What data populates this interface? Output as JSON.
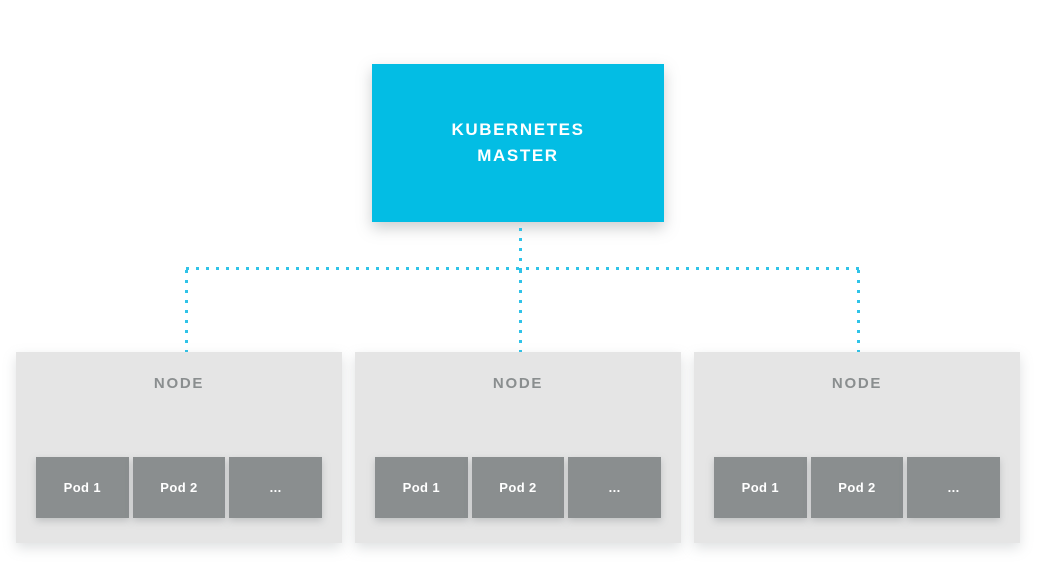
{
  "diagram": {
    "type": "kubernetes-cluster-architecture",
    "colors": {
      "master_fill": "#03bde4",
      "master_text": "#ffffff",
      "node_fill": "#e5e5e5",
      "node_text": "#8a8e8f",
      "pod_fill": "#8a8e8f",
      "pod_text": "#ffffff",
      "connector": "#2fc3e8",
      "background": "#ffffff"
    },
    "master": {
      "label": "KUBERNETES\nMASTER",
      "line1": "KUBERNETES",
      "line2": "MASTER"
    },
    "connectors": {
      "style": "dotted",
      "trunk": "master-to-bus",
      "bus": "horizontal-distribution-bus",
      "branches": [
        "bus-to-node-1",
        "bus-to-node-2",
        "bus-to-node-3"
      ]
    },
    "nodes": [
      {
        "title": "NODE",
        "pods": [
          {
            "label": "Pod 1"
          },
          {
            "label": "Pod 2"
          },
          {
            "label": "..."
          }
        ]
      },
      {
        "title": "NODE",
        "pods": [
          {
            "label": "Pod 1"
          },
          {
            "label": "Pod 2"
          },
          {
            "label": "..."
          }
        ]
      },
      {
        "title": "NODE",
        "pods": [
          {
            "label": "Pod 1"
          },
          {
            "label": "Pod 2"
          },
          {
            "label": "..."
          }
        ]
      }
    ]
  }
}
